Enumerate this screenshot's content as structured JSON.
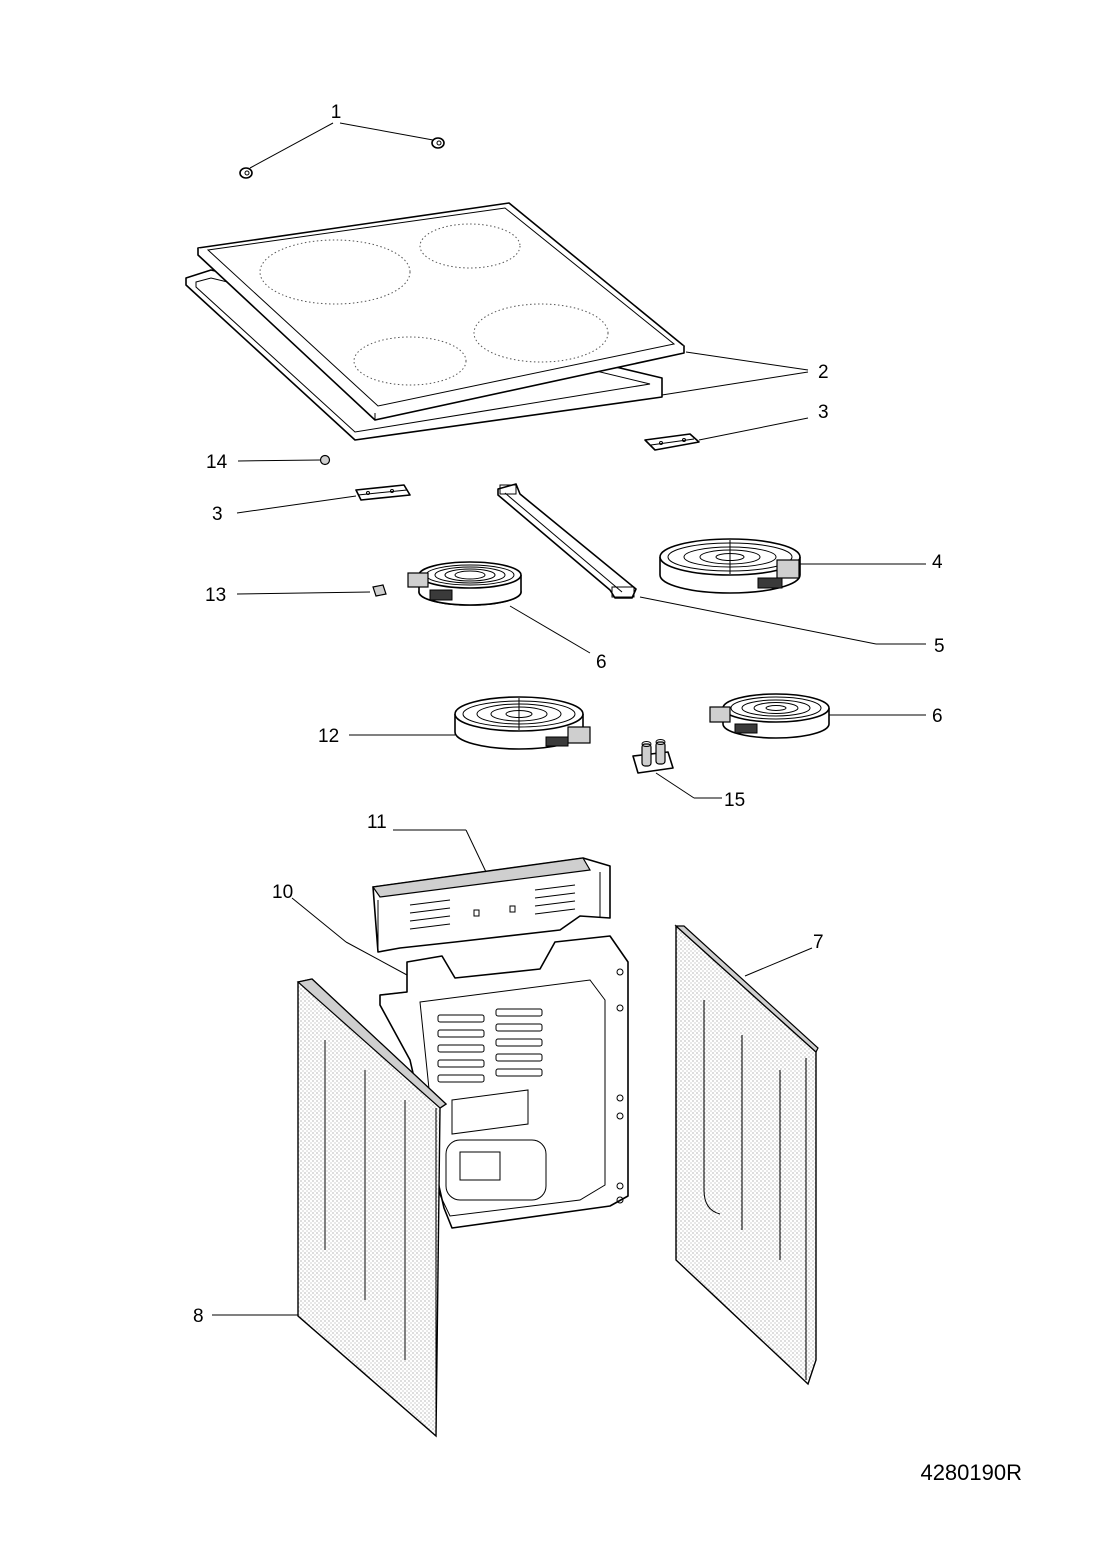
{
  "diagram": {
    "drawing_code": "4280190R",
    "callouts": [
      {
        "id": "c1",
        "text": "1"
      },
      {
        "id": "c2",
        "text": "2"
      },
      {
        "id": "c3a",
        "text": "3"
      },
      {
        "id": "c3b",
        "text": "3"
      },
      {
        "id": "c14",
        "text": "14"
      },
      {
        "id": "c4",
        "text": "4"
      },
      {
        "id": "c13",
        "text": "13"
      },
      {
        "id": "c5",
        "text": "5"
      },
      {
        "id": "c6a",
        "text": "6"
      },
      {
        "id": "c12",
        "text": "12"
      },
      {
        "id": "c6b",
        "text": "6"
      },
      {
        "id": "c15",
        "text": "15"
      },
      {
        "id": "c11",
        "text": "11"
      },
      {
        "id": "c10",
        "text": "10"
      },
      {
        "id": "c7",
        "text": "7"
      },
      {
        "id": "c8",
        "text": "8"
      }
    ]
  }
}
